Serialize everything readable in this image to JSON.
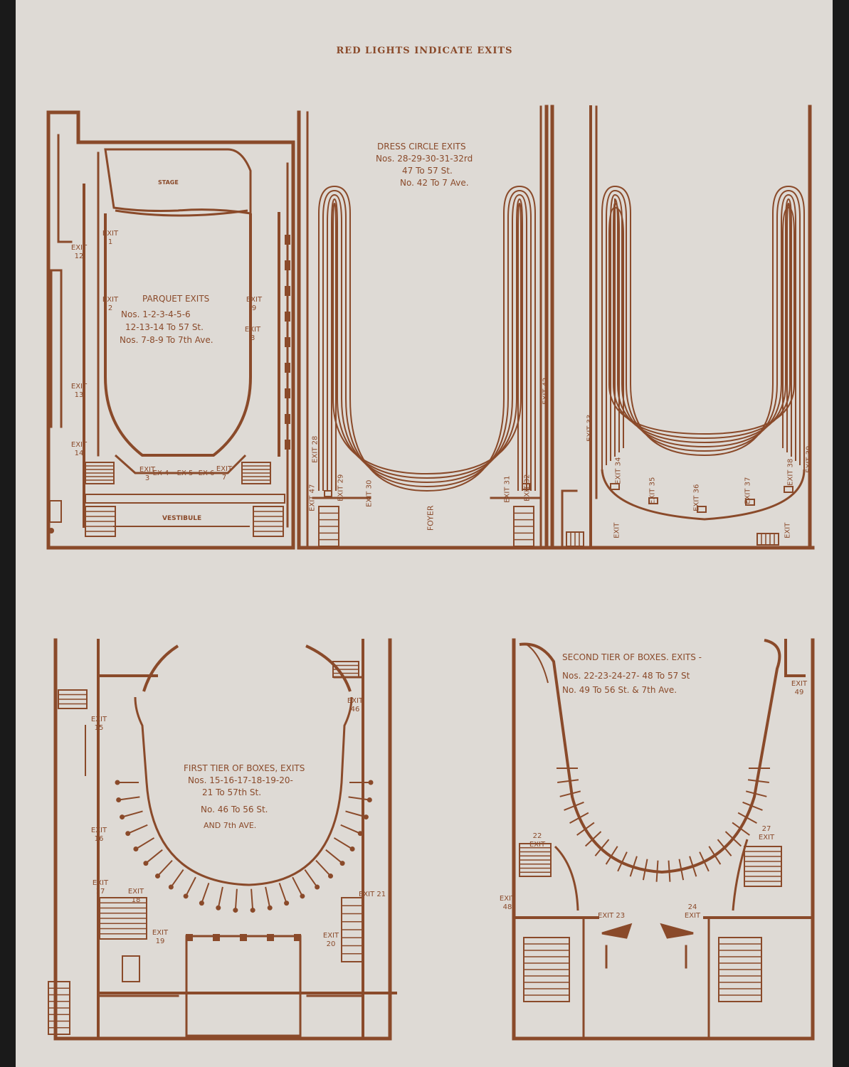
{
  "header": {
    "banner": "RED LIGHTS INDICATE EXITS"
  },
  "colors": {
    "paper": "#dedad5",
    "ink": "#8a4a2a",
    "backdrop": "#1a1a1a"
  },
  "parquet": {
    "stage": "STAGE",
    "vestibule": "VESTIBULE",
    "title": "PARQUET EXITS",
    "line1": "Nos. 1-2-3-4-5-6",
    "line2": "12-13-14 To 57 St.",
    "line3": "Nos. 7-8-9 To 7th Ave.",
    "exits": [
      {
        "text": "EXIT 1"
      },
      {
        "text": "EXIT 2"
      },
      {
        "text": "EXIT 3"
      },
      {
        "text": "EX 4"
      },
      {
        "text": "EX 5"
      },
      {
        "text": "EX 6"
      },
      {
        "text": "EXIT 7"
      },
      {
        "text": "EXIT 8"
      },
      {
        "text": "EXIT 9"
      },
      {
        "text": "EXIT 12"
      },
      {
        "text": "EXIT 13"
      },
      {
        "text": "EXIT 14"
      }
    ]
  },
  "dress_circle": {
    "title": "DRESS CIRCLE EXITS",
    "line1": "Nos. 28-29-30-31-32rd",
    "line2": "47 To 57 St.",
    "line3": "No. 42 To 7 Ave.",
    "foyer": "FOYER",
    "exits": [
      {
        "text": "EXIT 28"
      },
      {
        "text": "EXIT 47"
      },
      {
        "text": "EXIT 29"
      },
      {
        "text": "EXIT 30"
      },
      {
        "text": "EXIT 31"
      },
      {
        "text": "EXIT 32"
      },
      {
        "text": "EXIT 42"
      }
    ]
  },
  "balcony": {
    "exits": [
      {
        "text": "EXIT 33"
      },
      {
        "text": "EXIT 34"
      },
      {
        "text": "EXIT 35"
      },
      {
        "text": "EXIT 36"
      },
      {
        "text": "EXIT 37"
      },
      {
        "text": "EXIT 38"
      },
      {
        "text": "EXIT 39"
      },
      {
        "text": "EXIT"
      },
      {
        "text": "EXIT"
      }
    ]
  },
  "first_tier": {
    "title": "FIRST TIER OF BOXES, EXITS",
    "line1": "Nos. 15-16-17-18-19-20-",
    "line2": "21 To 57th St.",
    "line3": "No. 46 To 56 St.",
    "line4": "AND 7th AVE.",
    "exits": [
      {
        "text": "EXIT 15"
      },
      {
        "text": "EXIT 16"
      },
      {
        "text": "EXIT 17"
      },
      {
        "text": "EXIT 18"
      },
      {
        "text": "EXIT 19"
      },
      {
        "text": "EXIT 20"
      },
      {
        "text": "EXIT 21"
      },
      {
        "text": "EXIT 46"
      }
    ]
  },
  "second_tier": {
    "title": "SECOND TIER OF BOXES. EXITS -",
    "line1": "Nos. 22-23-24-27- 48 To 57 St",
    "line2": "No. 49 To 56 St. & 7th Ave.",
    "exits": [
      {
        "text": "22 EXIT"
      },
      {
        "text": "27 EXIT"
      },
      {
        "text": "EXIT 48"
      },
      {
        "text": "EXIT 23"
      },
      {
        "text": "24 EXIT"
      },
      {
        "text": "EXIT 49"
      }
    ]
  }
}
